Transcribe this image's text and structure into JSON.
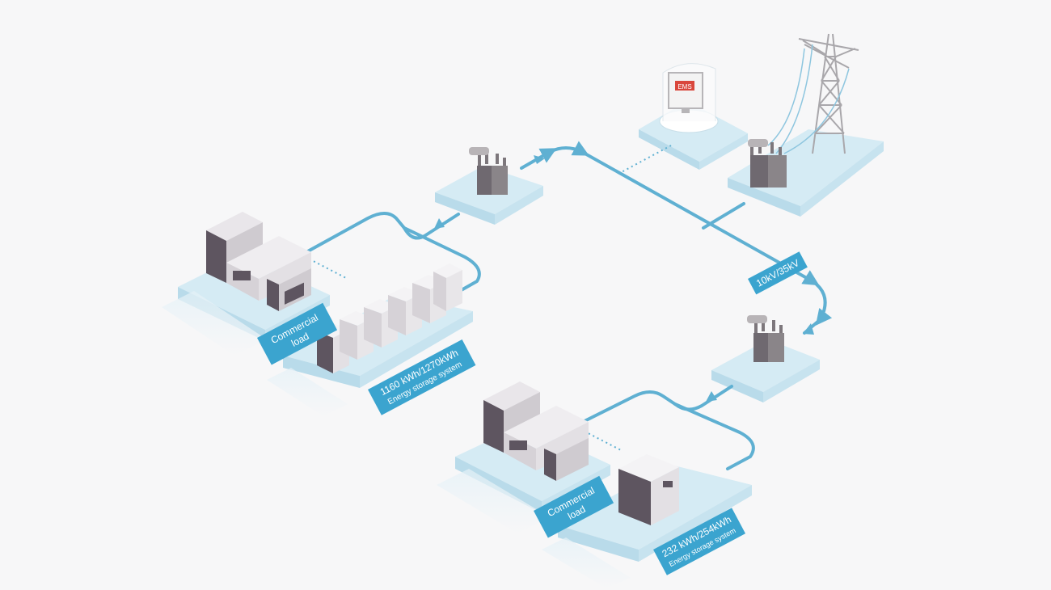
{
  "diagram": {
    "voltage_label": "10kV/35kV",
    "ems_screen_text": "EMS",
    "site_1": {
      "load_label_line1": "Commercial",
      "load_label_line2": "load",
      "storage_label_line1": "1160 kWh/1270kWh",
      "storage_label_line2": "Energy storage system"
    },
    "site_2": {
      "load_label_line1": "Commercial",
      "load_label_line2": "load",
      "storage_label_line1": "232 kWh/254kWh",
      "storage_label_line2": "Energy storage system"
    }
  },
  "colors": {
    "line": "#5fb0d2",
    "label_bg": "#3ba4cf",
    "platform_top": "#d5ebf4",
    "platform_side": "#b9dbea",
    "building_dark": "#5e5560",
    "building_light": "#e9e6ea"
  },
  "icons": [
    "transmission-tower-icon",
    "transformer-icon",
    "ems-monitor-icon",
    "building-icon",
    "battery-cabinet-icon"
  ]
}
